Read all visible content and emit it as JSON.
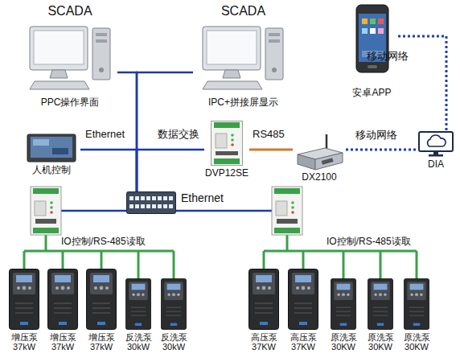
{
  "diagram": {
    "nodes": [
      {
        "text": [
          "SCADA",
          "PPC操作界面"
        ]
      },
      {
        "text": [
          "SCADA",
          "IPC+拼接屏显示"
        ]
      },
      {
        "text": [
          "安卓APP"
        ]
      },
      {
        "text": [
          "人机控制"
        ]
      },
      {
        "text": [
          "DVP12SE"
        ]
      },
      {
        "text": [
          "DX2100"
        ]
      },
      {
        "text": [
          "DIA"
        ]
      },
      {
        "text": [
          "Ethernet"
        ]
      },
      {
        "text": [
          "增压泵 37kW"
        ]
      },
      {
        "text": [
          "增压泵 37kW"
        ]
      },
      {
        "text": [
          "增压泵 37kW"
        ]
      },
      {
        "text": [
          "反洗泵 30kW"
        ]
      },
      {
        "text": [
          "反洗泵 30kW"
        ]
      },
      {
        "text": [
          "高压泵 37KW"
        ]
      },
      {
        "text": [
          "高压泵 37KW"
        ]
      },
      {
        "text": [
          "原洗泵 30KW"
        ]
      },
      {
        "text": [
          "原洗泵 30KW"
        ]
      },
      {
        "text": [
          "原洗泵 30KW"
        ]
      }
    ],
    "edges": [
      {
        "from": 0,
        "to": 7,
        "arrow": "none"
      },
      {
        "from": 1,
        "to": 7,
        "arrow": "none"
      },
      {
        "from": 3,
        "to": 7,
        "label": "Ethernet",
        "arrow": "none"
      },
      {
        "from": 4,
        "to": 7,
        "label": "数据交换",
        "arrow": "none"
      },
      {
        "from": 4,
        "to": 5,
        "label": "RS485",
        "arrow": "none"
      },
      {
        "from": 5,
        "to": 6,
        "label": "移动网络",
        "arrow": "none"
      },
      {
        "from": 2,
        "to": 6,
        "label": "移动网络",
        "arrow": "none"
      }
    ],
    "labels": [
      "IO控制/RS-485读取",
      "IO控制/RS-485读取"
    ]
  }
}
